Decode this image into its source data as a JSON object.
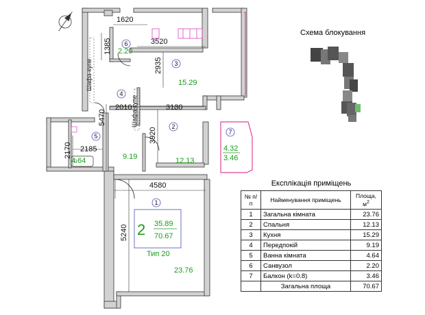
{
  "rooms": [
    {
      "num": "1",
      "area": "23.76"
    },
    {
      "num": "2",
      "area": "12.13"
    },
    {
      "num": "3",
      "area": "15.29"
    },
    {
      "num": "4",
      "area": "9.19"
    },
    {
      "num": "5",
      "area": "4.64"
    },
    {
      "num": "6",
      "area": "2.20"
    },
    {
      "num": "7",
      "area_gross": "4.32",
      "area": "3.46"
    }
  ],
  "dimensions": {
    "d1620": "1620",
    "d1385": "1385",
    "d3520": "3520",
    "d2935": "2935",
    "d2010": "2010",
    "d3130": "3130",
    "d5470": "5470",
    "d3920": "3920",
    "d2185": "2185",
    "d2170": "2170",
    "d4580": "4580",
    "d5240": "5240"
  },
  "closet_label": "Шафа-купе",
  "apartment": {
    "rooms": "2",
    "living_area": "35.89",
    "total_area": "70.67",
    "type": "Тип 20"
  },
  "block_scheme_title": "Схема блокування",
  "legend": {
    "title": "Експлікація приміщень",
    "headers": {
      "num": "№ п/п",
      "name": "Найменування приміщень",
      "area": "Площа, м",
      "area_sup": "2"
    },
    "rows": [
      {
        "num": "1",
        "name": "Загальна кімната",
        "area": "23.76"
      },
      {
        "num": "2",
        "name": "Спальня",
        "area": "12.13"
      },
      {
        "num": "3",
        "name": "Кухня",
        "area": "15.29"
      },
      {
        "num": "4",
        "name": "Передпокій",
        "area": "9.19"
      },
      {
        "num": "5",
        "name": "Ванна кімната",
        "area": "4.64"
      },
      {
        "num": "6",
        "name": "Санвузол",
        "area": "2.20"
      },
      {
        "num": "7",
        "name": "Балкон  (k=0.8)",
        "area": "3.46"
      }
    ],
    "total_label": "Загальна площа",
    "total_value": "70.67"
  },
  "colors": {
    "area_text": "#1a9a1a",
    "balcony": "#e0409a",
    "apartment_frame": "#4a4ab8",
    "fixtures": "#e040c0"
  }
}
